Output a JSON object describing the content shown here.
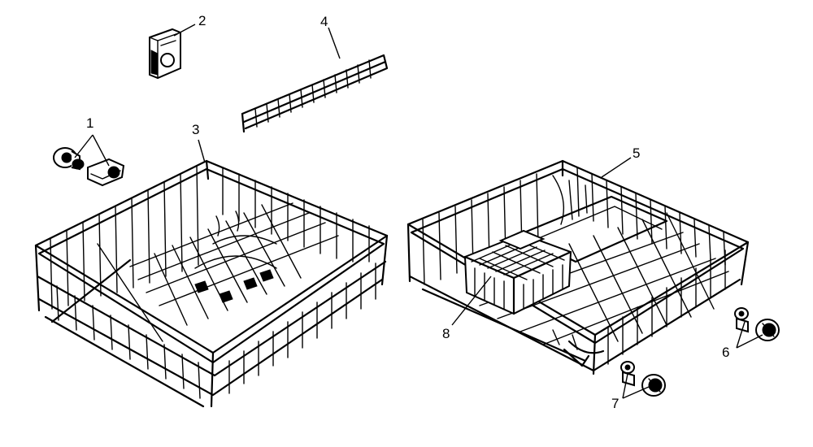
{
  "callouts": {
    "c1": "1",
    "c2": "2",
    "c3": "3",
    "c4": "4",
    "c5": "5",
    "c6": "6",
    "c7": "7",
    "c8": "8"
  },
  "colors": {
    "line": "#000000",
    "background": "#ffffff"
  }
}
